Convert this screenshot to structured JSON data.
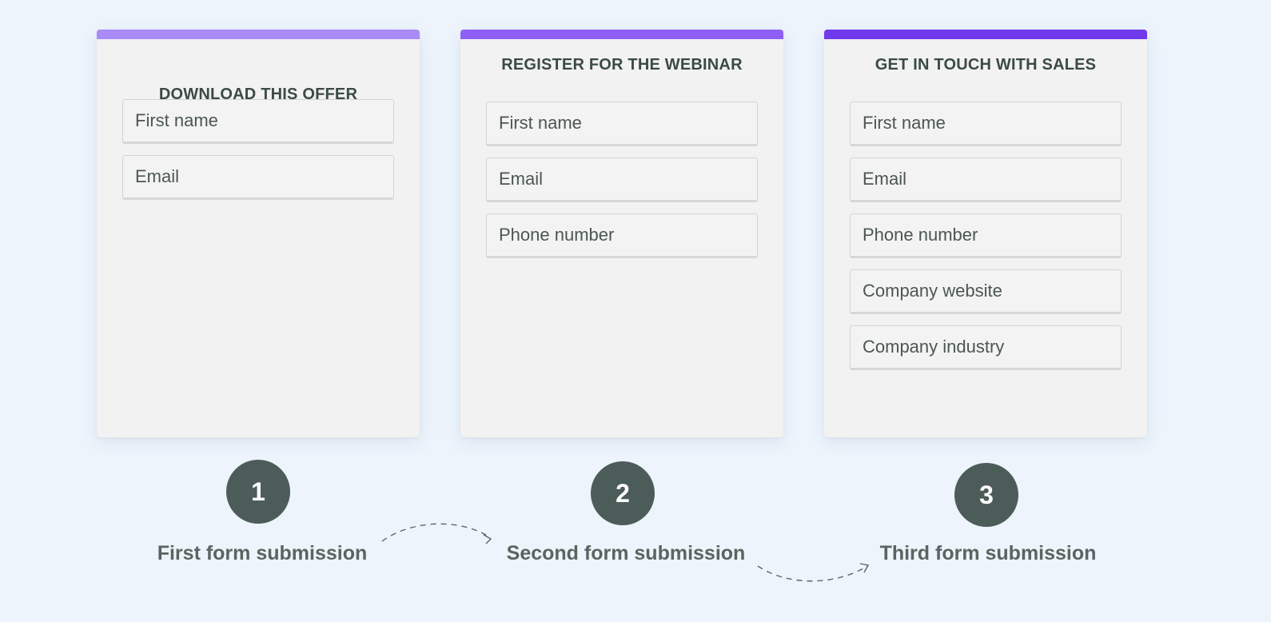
{
  "colors": {
    "background": "#edf4fc",
    "card_bar_1": "#a98af7",
    "card_bar_2": "#8f5ff5",
    "card_bar_3": "#7039ec",
    "step_circle": "#4c5c59"
  },
  "forms": [
    {
      "title": "DOWNLOAD THIS OFFER",
      "fields": [
        "First name",
        "Email"
      ]
    },
    {
      "title": "REGISTER FOR THE WEBINAR",
      "fields": [
        "First name",
        "Email",
        "Phone number"
      ]
    },
    {
      "title": "GET IN TOUCH WITH SALES",
      "fields": [
        "First name",
        "Email",
        "Phone number",
        "Company website",
        "Company industry"
      ]
    }
  ],
  "steps": [
    {
      "number": "1",
      "label": "First form submission"
    },
    {
      "number": "2",
      "label": "Second form submission"
    },
    {
      "number": "3",
      "label": "Third form submission"
    }
  ]
}
